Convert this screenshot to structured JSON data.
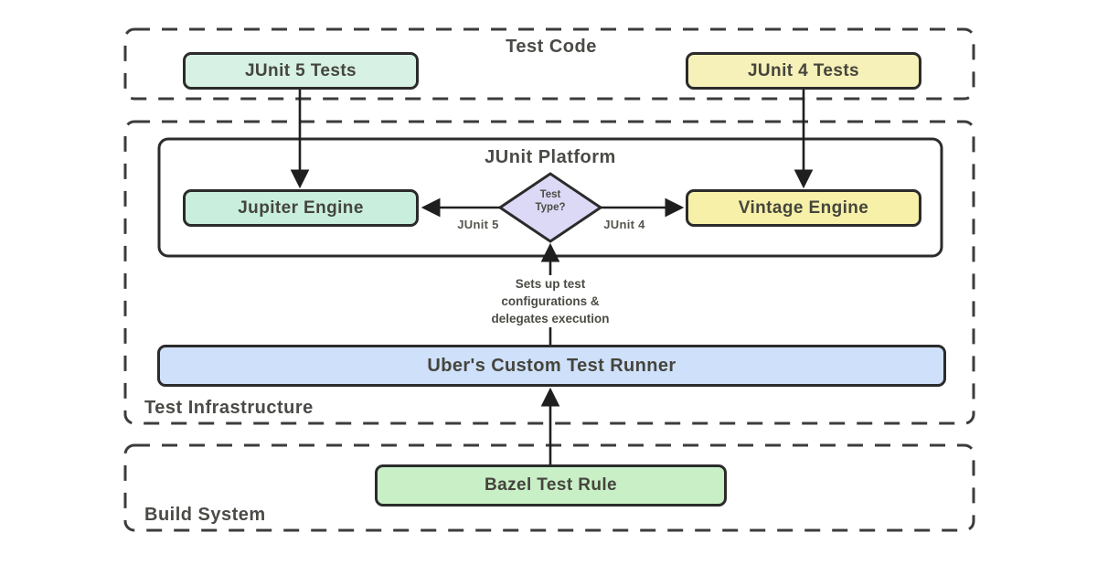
{
  "diagram": {
    "type": "flowchart",
    "description": "JUnit test infrastructure architecture with Bazel build system"
  },
  "groups": {
    "test_code": {
      "label": "Test Code"
    },
    "test_infrastructure": {
      "label": "Test Infrastructure"
    },
    "build_system": {
      "label": "Build System"
    }
  },
  "platform": {
    "label": "JUnit Platform"
  },
  "nodes": {
    "junit5_tests": "JUnit 5 Tests",
    "junit4_tests": "JUnit 4 Tests",
    "jupiter_engine": "Jupiter Engine",
    "vintage_engine": "Vintage Engine",
    "test_type_decision": "Test\nType?",
    "uber_runner": "Uber's Custom Test Runner",
    "bazel_rule": "Bazel Test Rule"
  },
  "edges": {
    "junit5_branch_label": "JUnit 5",
    "junit4_branch_label": "JUnit 4",
    "runner_annotation": "Sets up test\nconfigurations &\ndelegates execution",
    "connections": [
      "JUnit 5 Tests -> Jupiter Engine",
      "JUnit 4 Tests -> Vintage Engine",
      "Test Type? -> Jupiter Engine (JUnit 5)",
      "Test Type? -> Vintage Engine (JUnit 4)",
      "Uber's Custom Test Runner -> Test Type?",
      "Bazel Test Rule -> Uber's Custom Test Runner"
    ]
  },
  "colors": {
    "mint_fill": "#d7f1e4",
    "mint_engine_fill": "#c9eedd",
    "yellow_fill": "#f6f1b8",
    "yellow_engine_fill": "#f7f0a8",
    "diamond_fill": "#dcd9f6",
    "runner_fill": "#cfe0fa",
    "bazel_fill": "#c9efc6",
    "stroke": "#2b2b2b",
    "dashed_stroke": "#3c3c3c",
    "text": "#45453d",
    "background": "#ffffff"
  }
}
